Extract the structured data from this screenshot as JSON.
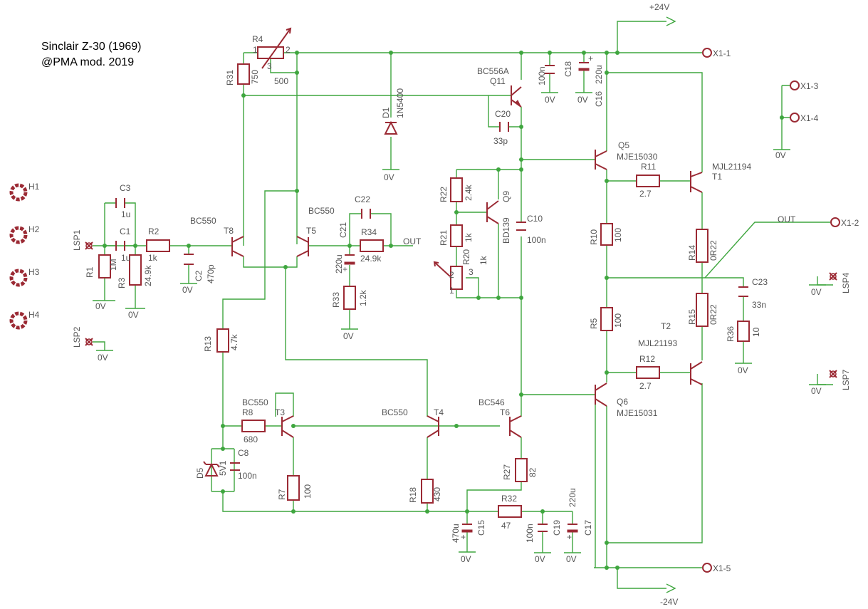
{
  "title": {
    "line1": "Sinclair Z-30 (1969)",
    "line2": "@PMA mod. 2019"
  },
  "colors": {
    "wire": "#3fa63f",
    "component": "#9b2a34",
    "text": "#555555"
  },
  "labels": {
    "R4": "R4",
    "R4v": "500",
    "R4p1": "1",
    "R4p2": "2",
    "R4p3": "3",
    "R31": "R31",
    "R31v": "750",
    "D1": "D1",
    "D1v": "1N5400",
    "Q11v": "BC556A",
    "Q11": "Q11",
    "C20": "C20",
    "C20v": "33p",
    "C18v": "100n",
    "C18": "C18",
    "C16": "C16",
    "C16v": "220u",
    "Q5": "Q5",
    "Q5v": "MJE15030",
    "R11": "R11",
    "R11v": "2.7",
    "T1v": "MJL21194",
    "T1": "T1",
    "R22": "R22",
    "R22v": "2.4k",
    "Q9": "Q9",
    "Q9v": "BD139",
    "R21": "R21",
    "R21v": "1k",
    "R20": "R20",
    "R20v": "1k",
    "C10": "C10",
    "C10v": "100n",
    "R10": "R10",
    "R10v": "100",
    "R14": "R14",
    "R14v": "0R22",
    "R15": "R15",
    "R15v": "0R22",
    "C23": "C23",
    "C23v": "33n",
    "R36": "R36",
    "R36v": "10",
    "R5": "R5",
    "R5v": "100",
    "T2": "T2",
    "T2v": "MJL21193",
    "R12": "R12",
    "R12v": "2.7",
    "Q6": "Q6",
    "Q6v": "MJE15031",
    "C3": "C3",
    "C3v": "1u",
    "C1": "C1",
    "C1v": "1u",
    "R2": "R2",
    "R2v": "1k",
    "R1": "R1",
    "R1v": "1M",
    "R3": "R3",
    "R3v": "24.9k",
    "C2": "C2",
    "C2v": "470p",
    "T8": "T8",
    "T8v": "BC550",
    "T5": "T5",
    "T5v": "BC550",
    "C22": "C22",
    "C21": "C21",
    "C21v": "220u",
    "R34": "R34",
    "R34v": "24.9k",
    "R33": "R33",
    "R33v": "1.2k",
    "R13": "R13",
    "R13v": "4.7k",
    "T3v": "BC550",
    "T3": "T3",
    "R8": "R8",
    "R8v": "680",
    "C8": "C8",
    "C8v": "100n",
    "D5": "D5",
    "D5v": "5V1",
    "R7": "R7",
    "R7v": "100",
    "T4v": "BC550",
    "T4": "T4",
    "T6v": "BC546",
    "T6": "T6",
    "R18": "R18",
    "R18v": "430",
    "R27": "R27",
    "R27v": "82",
    "R32": "R32",
    "R32v": "47",
    "C15": "C15",
    "C15v": "470u",
    "C19": "C19",
    "C19v": "100n",
    "C17": "C17",
    "C17v": "220u",
    "LSP1": "LSP1",
    "LSP2": "LSP2",
    "LSP4": "LSP4",
    "LSP7": "LSP7",
    "H1": "H1",
    "H2": "H2",
    "H3": "H3",
    "H4": "H4",
    "X11": "X1-1",
    "X12": "X1-2",
    "X13": "X1-3",
    "X14": "X1-4",
    "X15": "X1-5",
    "plus24": "+24V",
    "minus24": "-24V",
    "out": "OUT",
    "gnd": "0V",
    "one": "1",
    "two": "2",
    "three": "3",
    "plus": "+"
  }
}
